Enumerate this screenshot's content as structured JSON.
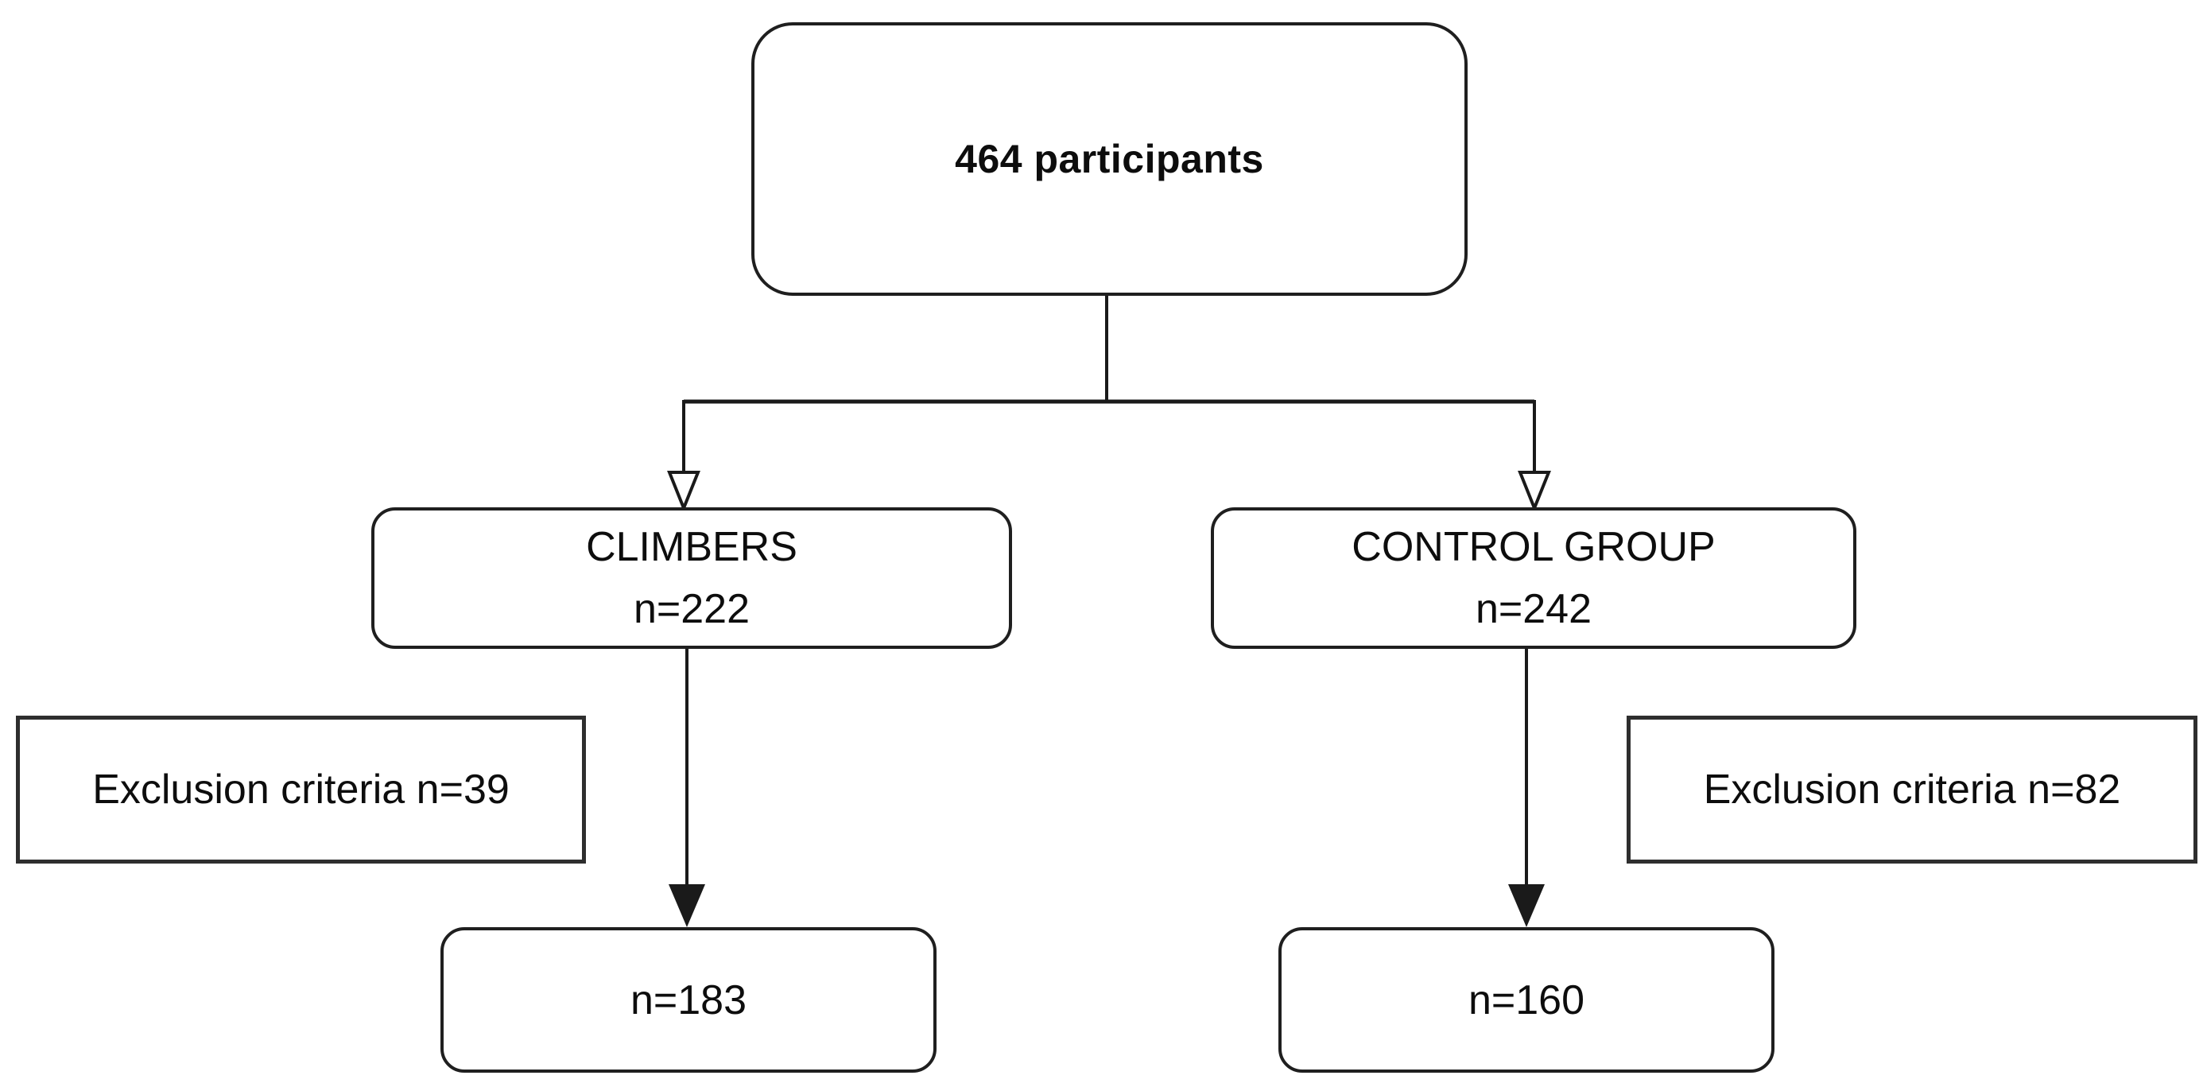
{
  "flowchart": {
    "total_box": {
      "label": "464 participants"
    },
    "climbers_box": {
      "title": "CLIMBERS",
      "count": "n=222"
    },
    "control_box": {
      "title": "CONTROL GROUP",
      "count": "n=242"
    },
    "climbers_exclusion_box": {
      "label": "Exclusion criteria n=39"
    },
    "control_exclusion_box": {
      "label": "Exclusion criteria n=82"
    },
    "climbers_final_box": {
      "label": "n=183"
    },
    "control_final_box": {
      "label": "n=160"
    },
    "colors": {
      "line": "#1a1a1a",
      "box_border": "#1f1f1f",
      "exclusion_box_border": "#2e2e2e",
      "text": "#0d0d0d",
      "background": "#ffffff"
    }
  }
}
